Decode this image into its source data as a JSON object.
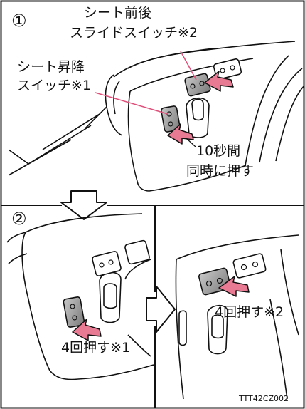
{
  "step1": {
    "number": "①",
    "slide_switch_label_line1": "シート前後",
    "slide_switch_label_line2": "スライドスイッチ※2",
    "lift_switch_label_line1": "シート昇降",
    "lift_switch_label_line2": "スイッチ※1",
    "action_line1": "10秒間",
    "action_line2": "同時に押す"
  },
  "step2": {
    "number": "②",
    "left_action": "4回押す※1",
    "right_action": "4回押す※2"
  },
  "figure_code": "TTT42CZ002",
  "colors": {
    "arrow_fill": "#e87a93",
    "leader_line": "#e0507a",
    "switch_fill": "#9a9a9a",
    "outline": "#111111"
  }
}
